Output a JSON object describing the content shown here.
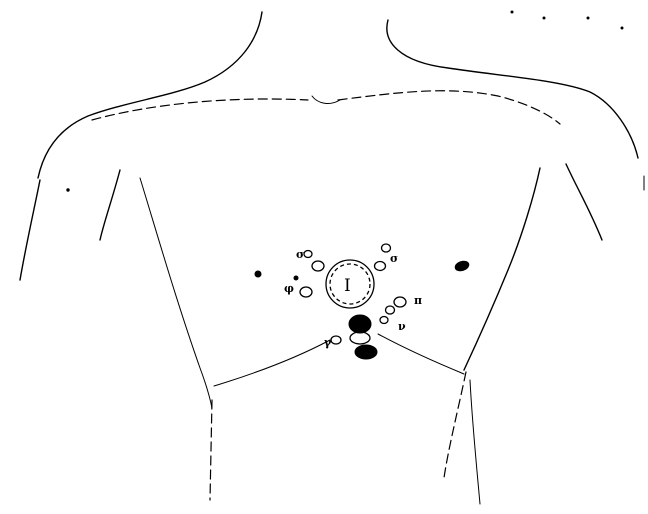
{
  "marker_color": "#000000",
  "background": "#ffffff",
  "labels": {
    "center": "I",
    "upper_left_1": "σ",
    "upper_left_2": "φ",
    "upper_right": "σ",
    "right_small": "π",
    "lower_left": "γ",
    "lower_right": "ν"
  }
}
